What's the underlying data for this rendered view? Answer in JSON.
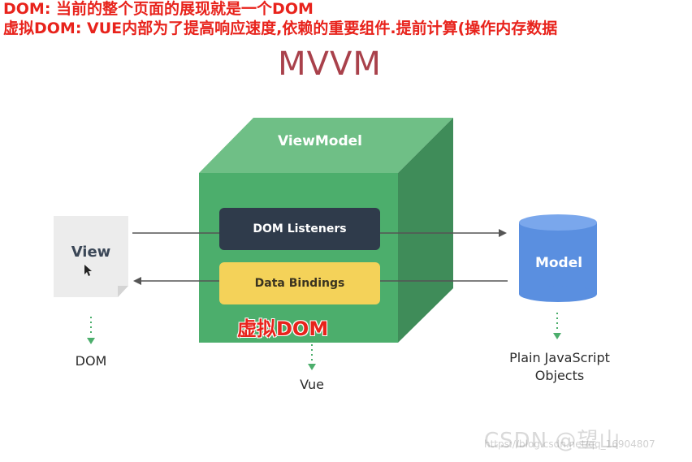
{
  "notes": {
    "line1": "DOM: 当前的整个页面的展现就是一个DOM",
    "line2": "虚拟DOM: VUE内部为了提高响应速度,依赖的重要组件.提前计算(操作内存数据"
  },
  "title": "MVVM",
  "viewmodel": {
    "title": "ViewModel",
    "dom_listeners": "DOM Listeners",
    "data_bindings": "Data Bindings"
  },
  "view": {
    "label": "View",
    "caption": "DOM"
  },
  "model": {
    "label": "Model",
    "caption_line1": "Plain JavaScript",
    "caption_line2": "Objects"
  },
  "vue_caption": "Vue",
  "virtual_dom_label": "虚拟DOM",
  "watermark": {
    "brand": "CSDN @望山",
    "url": "https://blog.csdn.net/qq_16904807"
  },
  "colors": {
    "annotation": "#e8231c",
    "title": "#a9414b",
    "cube_front": "#4cae6c",
    "cube_top": "#6fbf86",
    "cube_side": "#3f8c59",
    "dom_listeners_box": "#2f3b4b",
    "data_bindings_box": "#f4d259",
    "model_cylinder": "#5a8fe0",
    "view_page": "#ececec"
  }
}
